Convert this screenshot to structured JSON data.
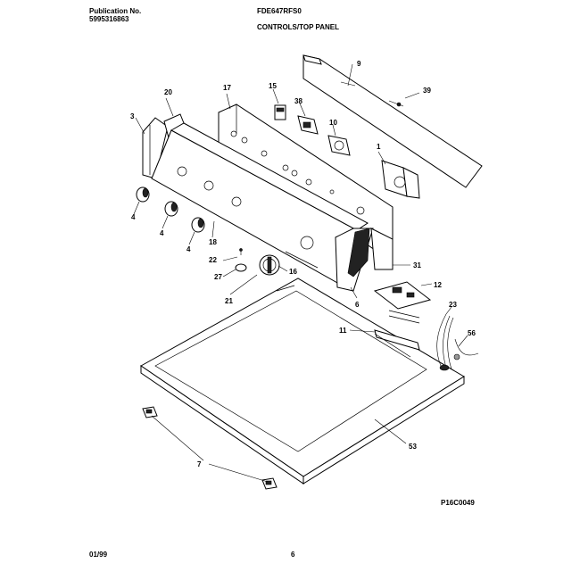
{
  "header": {
    "publication_label": "Publication No.",
    "publication_number": "5995316863",
    "model": "FDE647RFS0",
    "section_title": "CONTROLS/TOP PANEL"
  },
  "diagram_code": "P16C0049",
  "footer": {
    "date": "01/99",
    "page": "6"
  },
  "callouts": [
    "9",
    "39",
    "20",
    "17",
    "15",
    "38",
    "3",
    "10",
    "1",
    "4",
    "4",
    "4",
    "18",
    "22",
    "27",
    "21",
    "16",
    "31",
    "6",
    "12",
    "11",
    "23",
    "56",
    "53",
    "7"
  ]
}
